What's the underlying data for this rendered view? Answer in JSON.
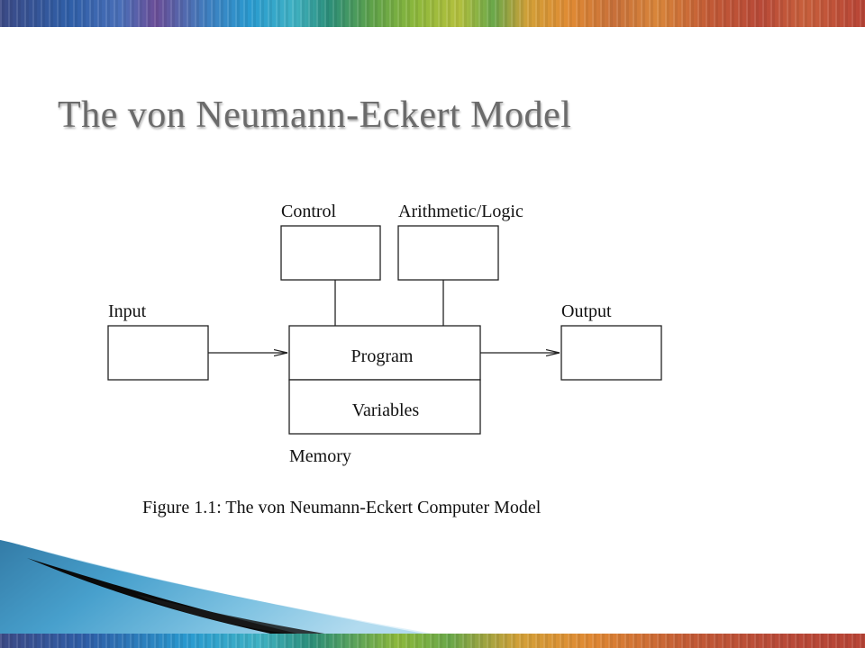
{
  "slide": {
    "title": "The von Neumann-Eckert Model"
  },
  "diagram": {
    "control_label": "Control",
    "alu_label": "Arithmetic/Logic",
    "input_label": "Input",
    "output_label": "Output",
    "program_label": "Program",
    "variables_label": "Variables",
    "memory_label": "Memory",
    "caption": "Figure 1.1: The von Neumann-Eckert Computer Model"
  }
}
